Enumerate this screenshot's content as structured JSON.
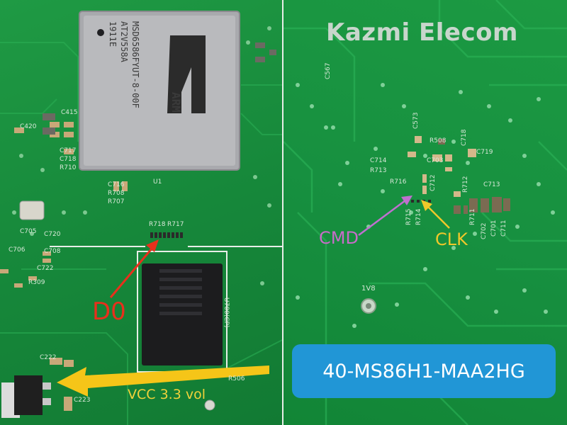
{
  "left_panel": {
    "labels": {
      "d0": "D0",
      "vcc": "VCC 3.3 vol"
    },
    "soc_markings": [
      "MSD6586FYUT-8-00F",
      "AT2V558A",
      "1911E"
    ],
    "soc_brand": "ARM",
    "silkscreen": [
      "U1",
      "R718",
      "R717",
      "U700(CP)",
      "C420",
      "C415",
      "C717",
      "C718",
      "R710",
      "C705",
      "C706",
      "C708",
      "C720",
      "C722",
      "R309",
      "C716",
      "R708",
      "R707",
      "R506",
      "C222",
      "C223"
    ]
  },
  "right_panel": {
    "brand": "Kazmi Elecom",
    "labels": {
      "cmd": "CMD",
      "clk": "CLK"
    },
    "model_badge": "40-MS86H1-MAA2HG",
    "silkscreen": [
      "C567",
      "C573",
      "R508",
      "C718",
      "C714",
      "C703",
      "C719",
      "R713",
      "R716",
      "C712",
      "R712",
      "C713",
      "R715",
      "R714",
      "R711",
      "C702",
      "C701",
      "C711",
      "1V8"
    ]
  },
  "colors": {
    "pcb_green": "#1a8a3a",
    "d0_label": "#e8301c",
    "vcc_label": "#f0d23a",
    "cmd_label": "#c86cc8",
    "clk_label": "#f0c82a",
    "badge_bg": "#2196d6",
    "arrow_yellow": "#f5c518",
    "arrow_red": "#e8301c",
    "arrow_purple": "#c070d0"
  }
}
